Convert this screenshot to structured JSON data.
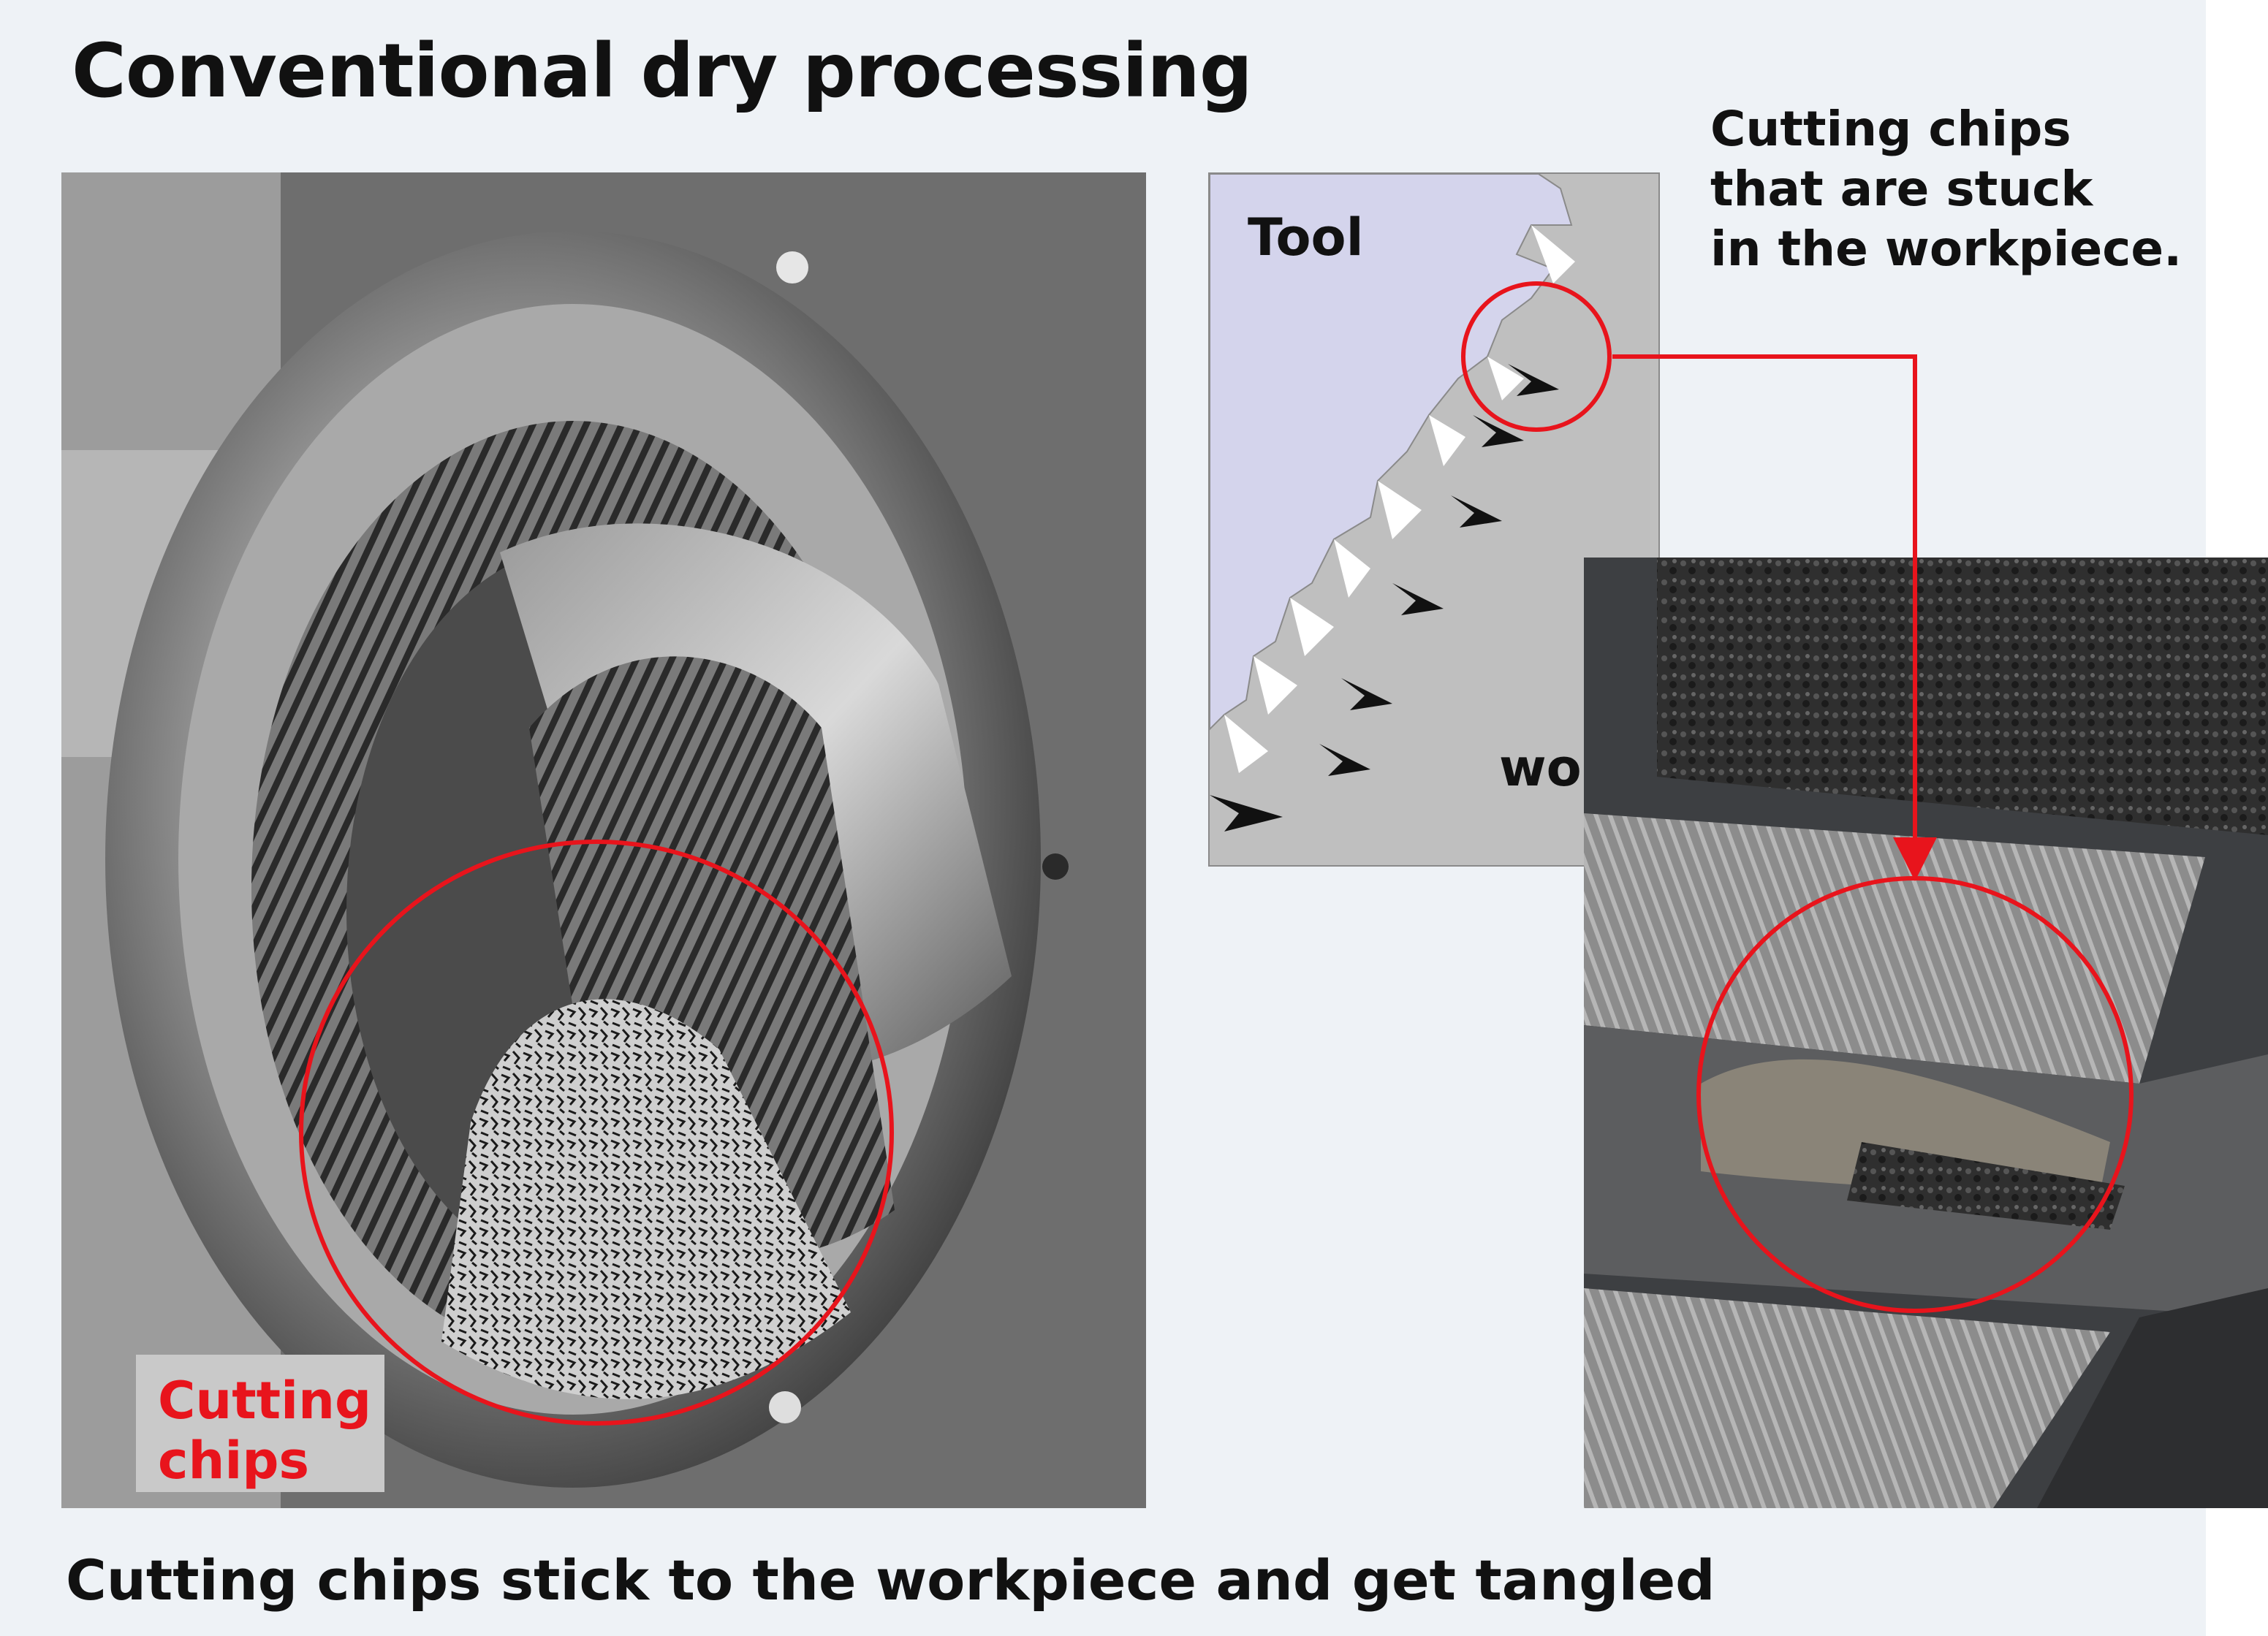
{
  "title": "Conventional dry processing",
  "caption": "Cutting chips stick to the workpiece and get tangled",
  "callout": {
    "lines": [
      "Cutting chips",
      "that are stuck",
      "in the workpiece."
    ]
  },
  "diagram": {
    "tool_label": "Tool",
    "work_label": "work"
  },
  "left_photo": {
    "label_line1": "Cutting",
    "label_line2": "chips"
  },
  "colors": {
    "panel_background": "#eef2f6",
    "highlight_red": "#e8141c",
    "tool_fill": "#d4d4ec",
    "work_fill": "#bfbfbf"
  }
}
